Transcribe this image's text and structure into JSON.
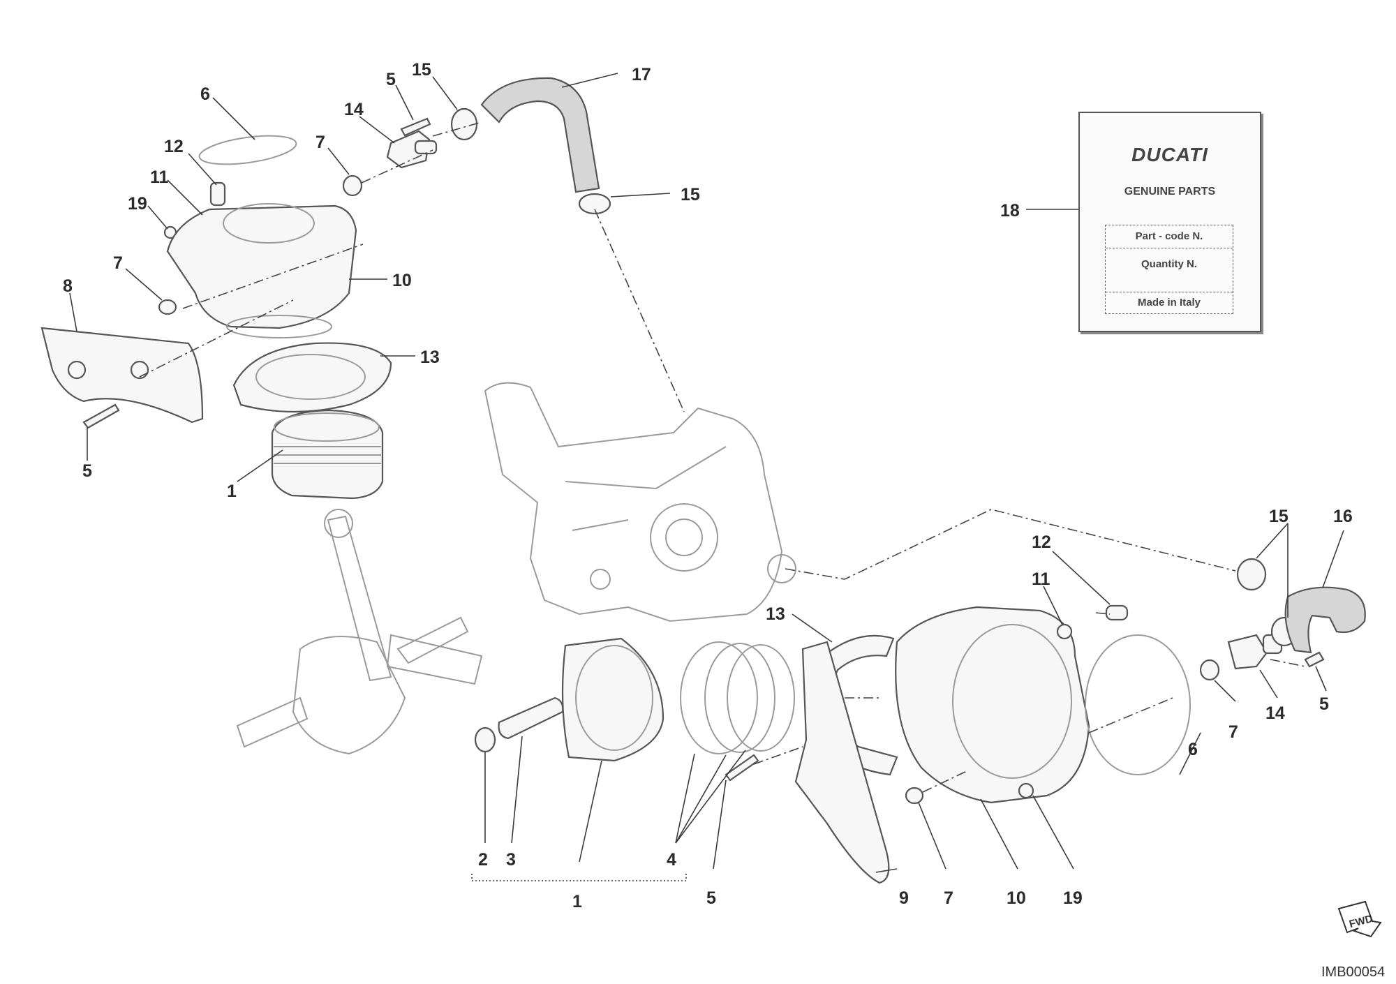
{
  "callouts": [
    {
      "n": "1"
    },
    {
      "n": "2"
    },
    {
      "n": "3"
    },
    {
      "n": "4"
    },
    {
      "n": "5"
    },
    {
      "n": "6"
    },
    {
      "n": "7"
    },
    {
      "n": "8"
    },
    {
      "n": "9"
    },
    {
      "n": "10"
    },
    {
      "n": "11"
    },
    {
      "n": "12"
    },
    {
      "n": "13"
    },
    {
      "n": "14"
    },
    {
      "n": "15"
    },
    {
      "n": "16"
    },
    {
      "n": "17"
    },
    {
      "n": "18"
    },
    {
      "n": "19"
    }
  ],
  "tag": {
    "brand": "DUCATI",
    "subtitle": "GENUINE PARTS",
    "rows": [
      "Part - code N.",
      "Quantity N.",
      "Made in Italy"
    ]
  },
  "fwd_label": "FWD",
  "image_code": "IMB00054"
}
